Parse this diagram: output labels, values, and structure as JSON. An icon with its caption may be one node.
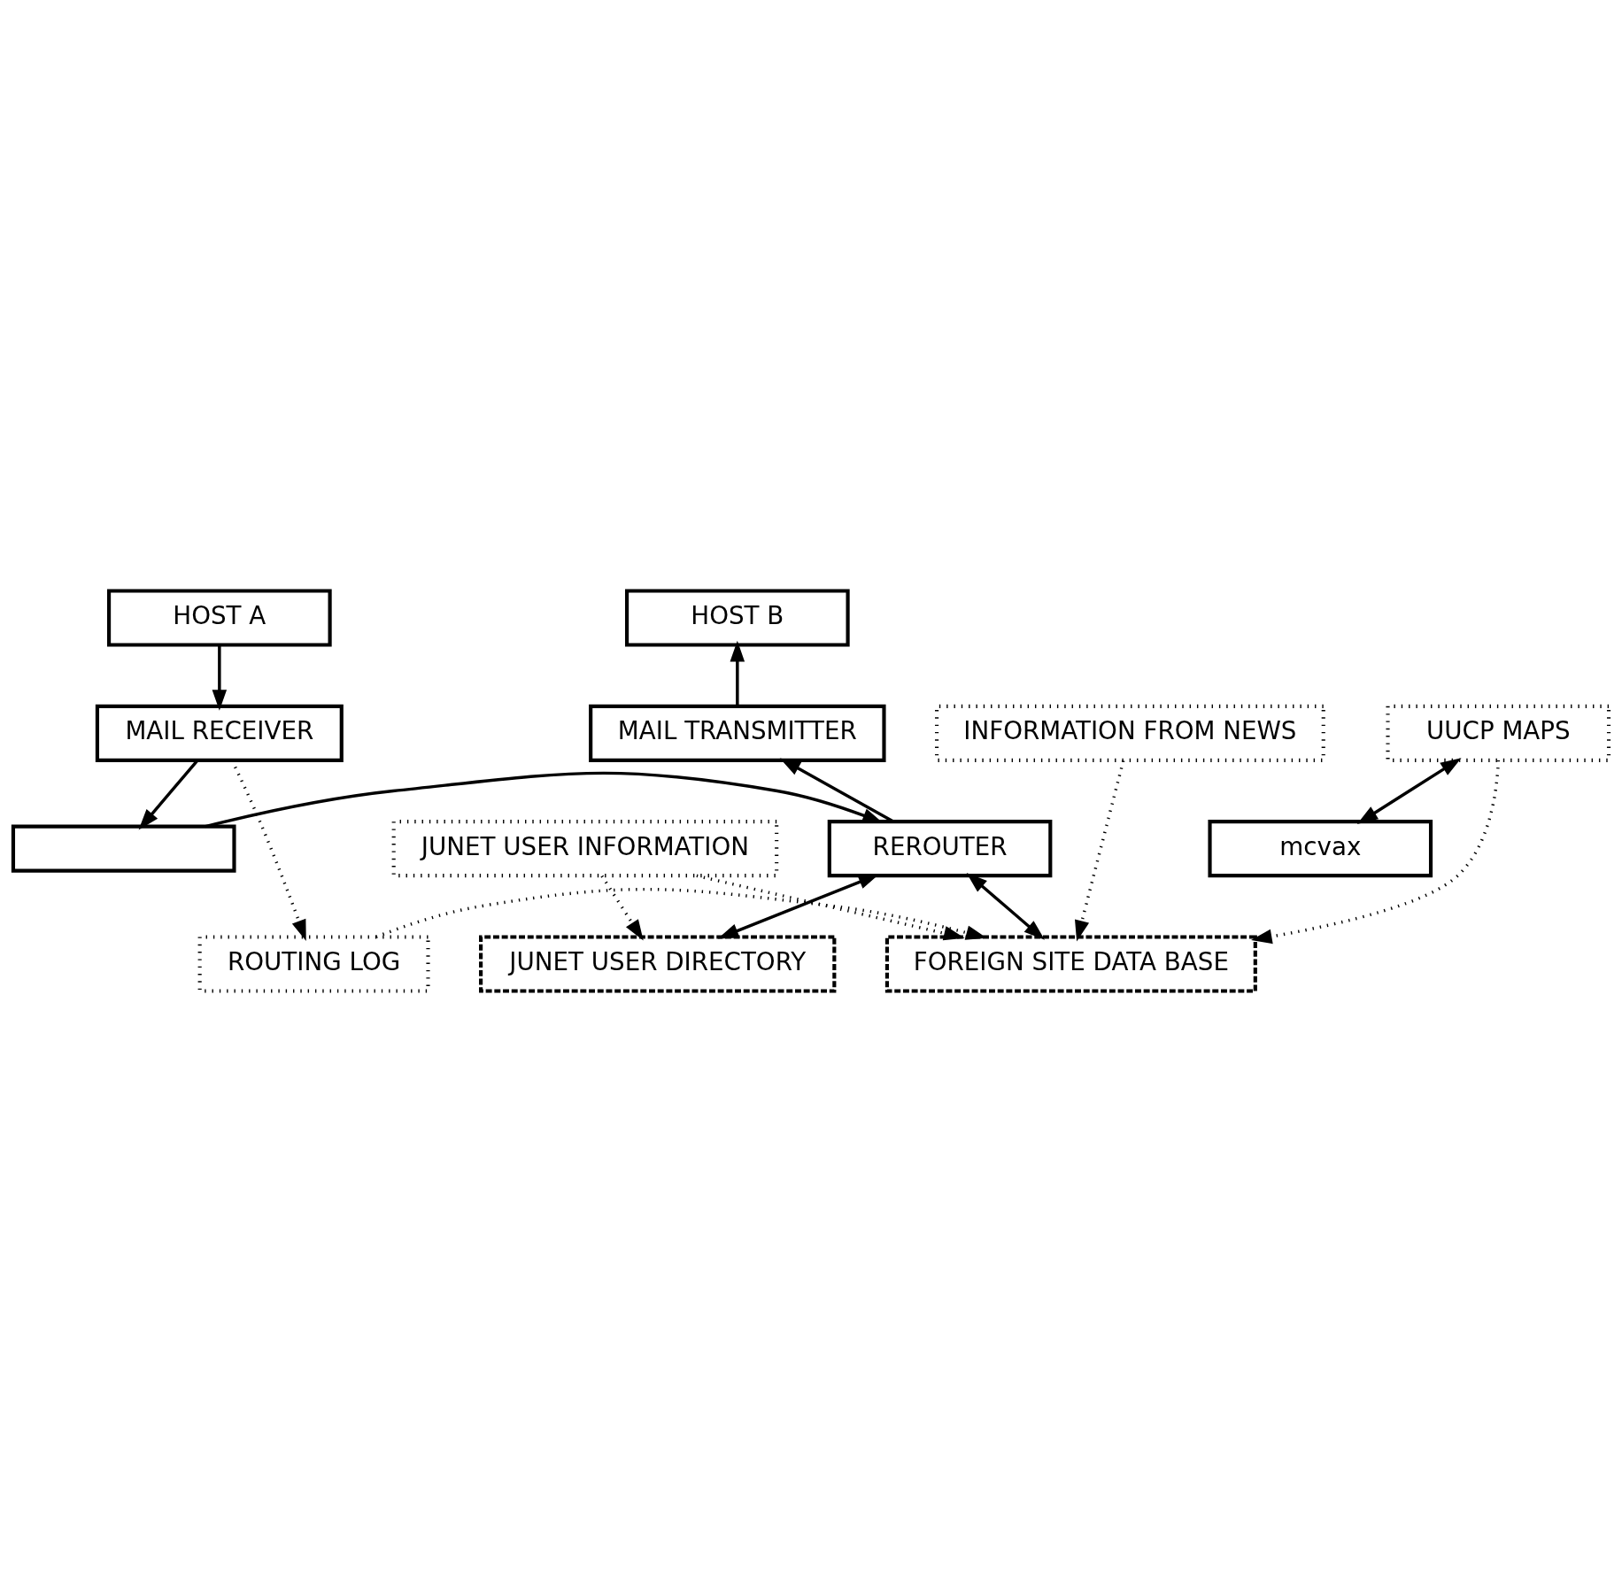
{
  "diagram": {
    "nodes": [
      {
        "text": [
          "HOST A"
        ]
      },
      {
        "text": [
          "HOST B"
        ]
      },
      {
        "text": [
          "MAIL RECEIVER"
        ]
      },
      {
        "text": [
          "MAIL TRANSMITTER"
        ]
      },
      {
        "text": [],
        "shape": "box"
      },
      {
        "text": [
          "REROUTER"
        ]
      },
      {
        "text": [
          "ROUTING LOG"
        ]
      },
      {
        "text": [
          "FOREIGN SITE DATA BASE"
        ]
      },
      {
        "text": [
          "JUNET USER DIRECTORY"
        ]
      },
      {
        "text": [
          "INFORMATION FROM NEWS"
        ]
      },
      {
        "text": [
          "UUCP MAPS"
        ]
      },
      {
        "text": [
          "mcvax"
        ]
      },
      {
        "text": [
          "JUNET USER INFORMATION"
        ]
      }
    ],
    "edges": [
      {
        "from": 0,
        "to": 2,
        "arrow": "to"
      },
      {
        "from": 2,
        "to": 4,
        "arrow": "to"
      },
      {
        "from": 4,
        "to": 5,
        "arrow": "to"
      },
      {
        "from": 5,
        "to": 3,
        "arrow": "to"
      },
      {
        "from": 3,
        "to": 1,
        "arrow": "to"
      },
      {
        "from": 2,
        "to": 6,
        "arrow": "to",
        "style": "dashed"
      },
      {
        "from": 6,
        "to": 7,
        "arrow": "to",
        "style": "dashed"
      },
      {
        "from": 5,
        "to": 7,
        "arrow": "both"
      },
      {
        "from": 5,
        "to": 8,
        "arrow": "both"
      },
      {
        "from": 9,
        "to": 7,
        "arrow": "to",
        "style": "dashed"
      },
      {
        "from": 10,
        "to": 7,
        "arrow": "to",
        "style": "dashed"
      },
      {
        "from": 10,
        "to": 11,
        "arrow": "both"
      },
      {
        "from": 12,
        "to": 7,
        "arrow": "to",
        "style": "dashed"
      },
      {
        "from": 12,
        "to": 8,
        "arrow": "to",
        "style": "dashed"
      }
    ]
  }
}
